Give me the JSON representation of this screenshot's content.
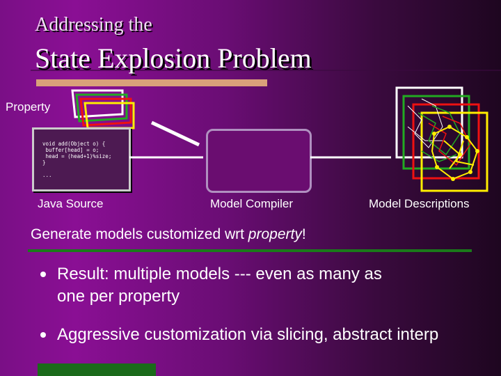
{
  "slide": {
    "title_line1": "Addressing the",
    "title_line2": "State Explosion Problem"
  },
  "diagram": {
    "property_label": "Property",
    "code_lines": "void add(Object o) {\n buffer[head] = o;\n head = (head+1)%size;\n}\n\n...",
    "captions": {
      "java_source": "Java Source",
      "model_compiler": "Model Compiler",
      "model_descriptions": "Model Descriptions"
    }
  },
  "generate": {
    "prefix": "Generate models customized wrt ",
    "emphasis": "property",
    "suffix": "!"
  },
  "bullets": [
    {
      "line1": "Result: multiple models --- even as many as",
      "line2": "one per property"
    },
    {
      "line1": "Aggressive customization via slicing, abstract interp"
    }
  ],
  "colors": {
    "accent_underline": "#d9a07a",
    "rule_green": "#1a7a1a",
    "doc_white": "#ffffff",
    "doc_green": "#22aa22",
    "doc_red": "#ee1111",
    "doc_yellow": "#ffee00"
  }
}
